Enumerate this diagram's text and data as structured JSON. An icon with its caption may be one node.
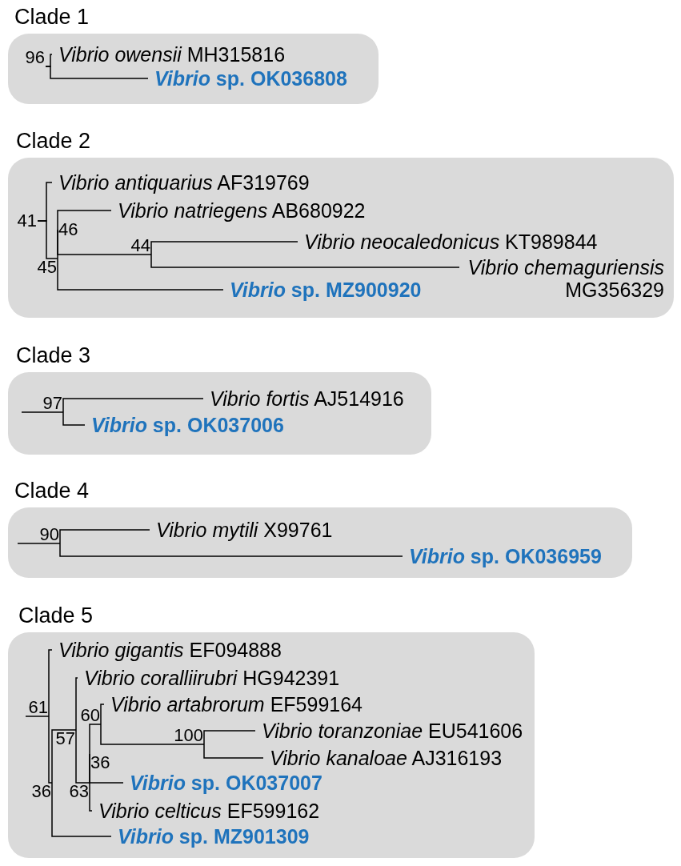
{
  "diagram": {
    "nodes": [
      {
        "text": [
          "Clade 1"
        ]
      },
      {
        "text": [
          "96"
        ],
        "in": 0
      },
      {
        "text": [
          "*Vibrio owensii* MH315816"
        ],
        "in": 0
      },
      {
        "text": [
          "*Vibrio* sp. OK036808"
        ],
        "in": 0
      },
      {
        "text": [
          "Clade 2"
        ]
      },
      {
        "text": [
          "*Vibrio antiquarius* AF319769"
        ],
        "in": 4
      },
      {
        "text": [
          "*Vibrio natriegens* AB680922"
        ],
        "in": 4
      },
      {
        "text": [
          "41"
        ],
        "in": 4
      },
      {
        "text": [
          "46"
        ],
        "in": 4
      },
      {
        "text": [
          "44"
        ],
        "in": 4
      },
      {
        "text": [
          "*Vibrio neocaledonicus* KT989844"
        ],
        "in": 4
      },
      {
        "text": [
          "*Vibrio chemaguriensis* MG356329"
        ],
        "in": 4
      },
      {
        "text": [
          "45"
        ],
        "in": 4
      },
      {
        "text": [
          "*Vibrio* sp. MZ900920"
        ],
        "in": 4
      },
      {
        "text": [
          "Clade 3"
        ]
      },
      {
        "text": [
          "97"
        ],
        "in": 14
      },
      {
        "text": [
          "*Vibrio fortis* AJ514916"
        ],
        "in": 14
      },
      {
        "text": [
          "*Vibrio* sp. OK037006"
        ],
        "in": 14
      },
      {
        "text": [
          "Clade 4"
        ]
      },
      {
        "text": [
          "90"
        ],
        "in": 18
      },
      {
        "text": [
          "*Vibrio mytili* X99761"
        ],
        "in": 18
      },
      {
        "text": [
          "*Vibrio* sp. OK036959"
        ],
        "in": 18
      },
      {
        "text": [
          "Clade 5"
        ]
      },
      {
        "text": [
          "*Vibrio gigantis* EF094888"
        ],
        "in": 22
      },
      {
        "text": [
          "*Vibrio coralliirubri* HG942391"
        ],
        "in": 22
      },
      {
        "text": [
          "61"
        ],
        "in": 22
      },
      {
        "text": [
          "60"
        ],
        "in": 22
      },
      {
        "text": [
          "*Vibrio artabrorum* EF599164"
        ],
        "in": 22
      },
      {
        "text": [
          "100"
        ],
        "in": 22
      },
      {
        "text": [
          "*Vibrio toranzoniae* EU541606"
        ],
        "in": 22
      },
      {
        "text": [
          "57"
        ],
        "in": 22
      },
      {
        "text": [
          "*Vibrio kanaloae* AJ316193"
        ],
        "in": 22
      },
      {
        "text": [
          "36"
        ],
        "in": 22
      },
      {
        "text": [
          "*Vibrio* sp. OK037007"
        ],
        "in": 22
      },
      {
        "text": [
          "36"
        ],
        "in": 22
      },
      {
        "text": [
          "63"
        ],
        "in": 22
      },
      {
        "text": [
          "*Vibrio celticus* EF599162"
        ],
        "in": 22
      },
      {
        "text": [
          "*Vibrio* sp. MZ901309"
        ],
        "in": 22
      }
    ],
    "edges": [
      {
        "from": 1,
        "to": 2,
        "arrow": "none"
      },
      {
        "from": 1,
        "to": 3,
        "arrow": "none"
      },
      {
        "from": 7,
        "to": 5,
        "arrow": "none"
      },
      {
        "from": 7,
        "to": 12,
        "arrow": "none"
      },
      {
        "from": 12,
        "to": 8,
        "arrow": "none"
      },
      {
        "from": 8,
        "to": 6,
        "arrow": "none"
      },
      {
        "from": 8,
        "to": 9,
        "arrow": "none"
      },
      {
        "from": 9,
        "to": 10,
        "arrow": "none"
      },
      {
        "from": 9,
        "to": 11,
        "arrow": "none"
      },
      {
        "from": 12,
        "to": 13,
        "arrow": "none"
      },
      {
        "from": null,
        "to": 15,
        "arrow": "none"
      },
      {
        "from": 15,
        "to": 16,
        "arrow": "none"
      },
      {
        "from": 15,
        "to": 17,
        "arrow": "none"
      },
      {
        "from": null,
        "to": 19,
        "arrow": "none"
      },
      {
        "from": 19,
        "to": 20,
        "arrow": "none"
      },
      {
        "from": 19,
        "to": 21,
        "arrow": "none"
      },
      {
        "from": null,
        "to": 25,
        "arrow": "none"
      },
      {
        "from": 25,
        "to": 23,
        "arrow": "none"
      },
      {
        "from": 25,
        "to": 34,
        "arrow": "none"
      },
      {
        "from": 34,
        "to": 30,
        "arrow": "none"
      },
      {
        "from": 30,
        "to": 24,
        "arrow": "none"
      },
      {
        "from": 30,
        "to": 35,
        "arrow": "none"
      },
      {
        "from": 35,
        "to": 32,
        "arrow": "none"
      },
      {
        "from": 32,
        "to": 26,
        "arrow": "none"
      },
      {
        "from": 26,
        "to": 27,
        "arrow": "none"
      },
      {
        "from": 26,
        "to": 28,
        "arrow": "none"
      },
      {
        "from": 28,
        "to": 29,
        "arrow": "none"
      },
      {
        "from": 28,
        "to": 31,
        "arrow": "none"
      },
      {
        "from": 32,
        "to": 33,
        "arrow": "none"
      },
      {
        "from": 35,
        "to": 36,
        "arrow": "none"
      },
      {
        "from": 34,
        "to": 37,
        "arrow": "none"
      }
    ]
  }
}
